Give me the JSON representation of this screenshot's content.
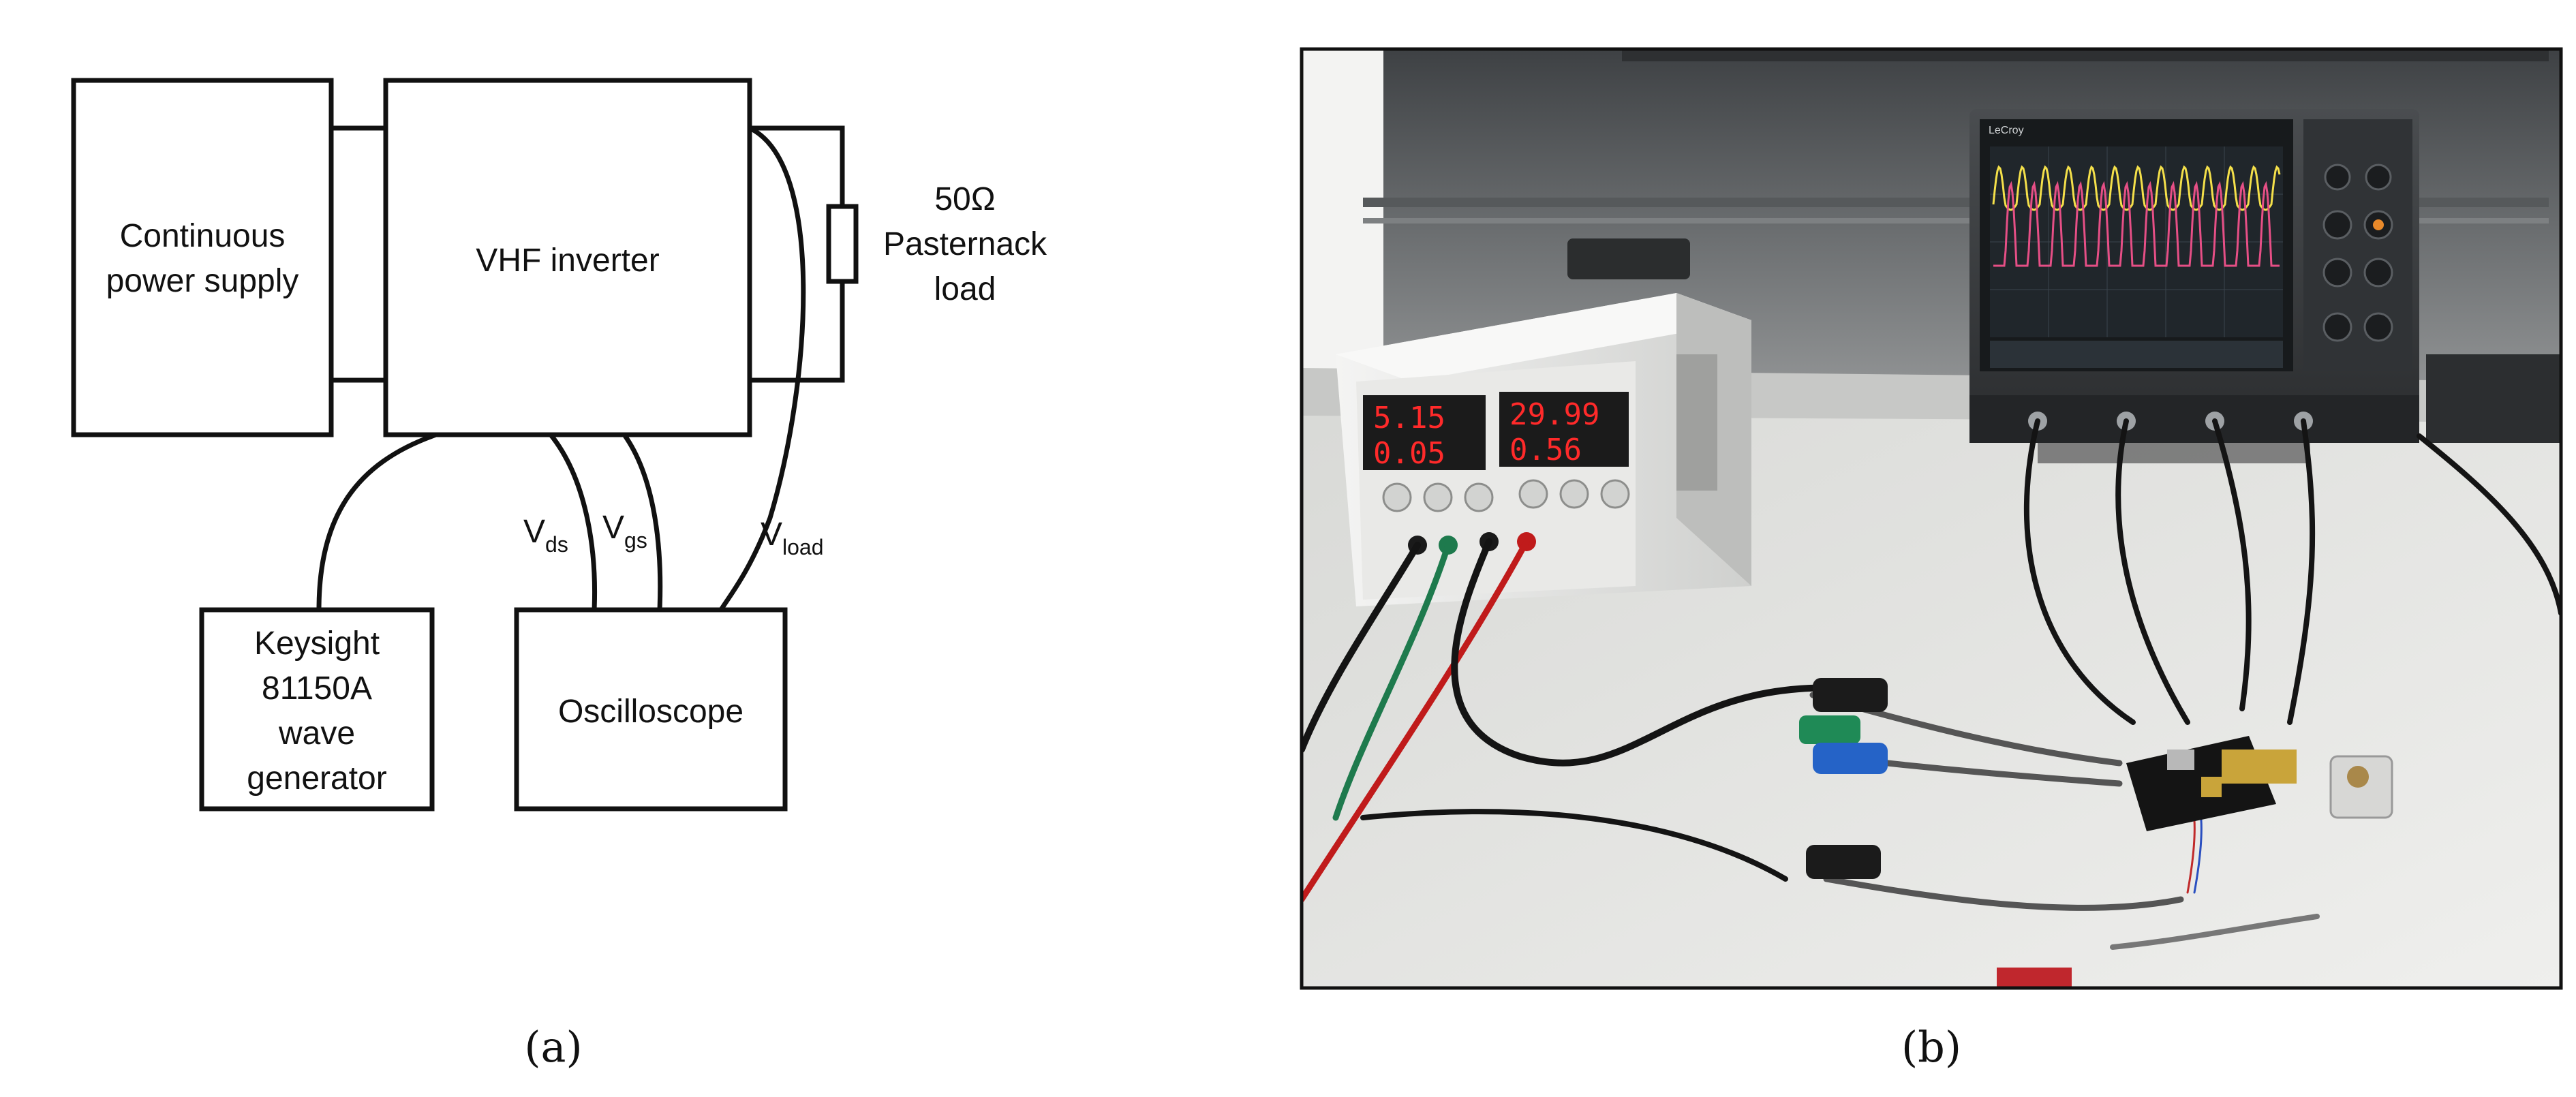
{
  "panel_a": {
    "caption": "(a)",
    "power_supply": {
      "line1": "Continuous",
      "line2": "power supply"
    },
    "inverter": "VHF inverter",
    "load": {
      "line1": "50Ω",
      "line2": "Pasternack",
      "line3": "load"
    },
    "wave_generator": {
      "line1": "Keysight",
      "line2": "81150A",
      "line3": "wave",
      "line4": "generator"
    },
    "oscilloscope": "Oscilloscope",
    "signals": {
      "vds": {
        "main": "V",
        "sub": "ds"
      },
      "vgs": {
        "main": "V",
        "sub": "gs"
      },
      "vload": {
        "main": "V",
        "sub": "load"
      }
    }
  },
  "panel_b": {
    "caption": "(b)",
    "power_supply_readouts": [
      "5.15",
      "0.05",
      "29.99",
      "0.56"
    ],
    "scope_brand": "LeCroy"
  },
  "colors": {
    "line": "#111111",
    "readout_red": "#ff2a2a",
    "trace_yellow": "#f4e04a",
    "trace_pink": "#e64f86"
  }
}
